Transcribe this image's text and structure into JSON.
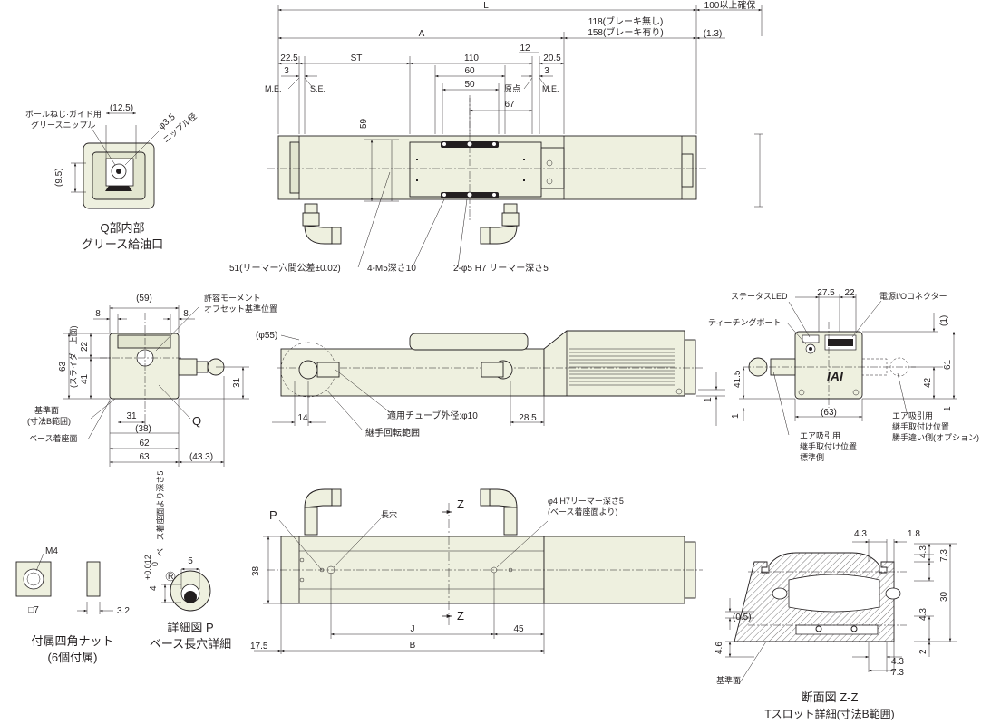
{
  "top_view": {
    "dim_L": "L",
    "dim_100": "100以上確保",
    "dim_118": "118(ブレーキ無し)",
    "dim_158": "158(ブレーキ有り)",
    "dim_A": "A",
    "dim_1_3": "(1.3)",
    "dim_22_5": "22.5",
    "dim_ST": "ST",
    "dim_110": "110",
    "dim_12": "12",
    "dim_20_5": "20.5",
    "dim_3a": "3",
    "dim_60": "60",
    "dim_3b": "3",
    "dim_50": "50",
    "dim_67": "67",
    "dim_59": "59",
    "me_left": "M.E.",
    "se": "S.E.",
    "origin": "原点",
    "me_right": "M.E.",
    "note_51": "51(リーマー穴間公差±0.02)",
    "note_m5": "4-M5深さ10",
    "note_phi5": "2-φ5 H7 リーマー深さ5"
  },
  "q_detail": {
    "note_grease": "ボールねじ·ガイド用\nグリースニップル",
    "dim_12_5": "(12.5)",
    "dim_phi3_5": "φ3.5",
    "nipple_dia": "ニップル径",
    "dim_9_5": "(9.5)",
    "caption_1": "Q部内部",
    "caption_2": "グリース給油口"
  },
  "side_view": {
    "dim_59": "(59)",
    "dim_8a": "8",
    "dim_8b": "8",
    "note_moment_1": "許容モーメント",
    "note_moment_2": "オフセット基準位置",
    "dim_22": "22",
    "dim_slider": "(スライダー上面)",
    "dim_63v": "63",
    "dim_41": "41",
    "dim_31v": "31",
    "note_base_ref": "基準面",
    "note_base_ref2": "(寸法B範囲)",
    "note_base_mount": "ベース着座面",
    "dim_31h": "31",
    "dim_38": "(38)",
    "label_q": "Q",
    "dim_62": "62",
    "dim_63h": "63",
    "dim_43_3": "(43.3)"
  },
  "front_view": {
    "dim_phi55": "(φ55)",
    "dim_14": "14",
    "note_tube": "適用チューブ外径:φ10",
    "dim_28_5": "28.5",
    "note_rotation": "継手回転範囲"
  },
  "end_view": {
    "note_status": "ステータスLED",
    "dim_27_5": "27.5",
    "dim_22": "22",
    "note_connector": "電源I/Oコネクター",
    "note_teaching": "ティーチングポート",
    "dim_1a": "(1)",
    "dim_41_5": "41.5",
    "dim_42": "42",
    "dim_61": "61",
    "dim_1b": "1",
    "dim_1c": "1",
    "logo": "IAI",
    "dim_63": "(63)",
    "note_air_std": "エア吸引用\n継手取付け位置\n標準側",
    "note_air_opt": "エア吸引用\n継手取付け位置\n勝手違い側(オプション)"
  },
  "bottom_view": {
    "label_p": "P",
    "note_slot": "長穴",
    "label_z1": "Z",
    "label_z2": "Z",
    "note_phi4": "φ4 H7リーマー深さ5",
    "note_phi4_2": "(ベース着座面より)",
    "dim_38": "38",
    "dim_17_5": "17.5",
    "dim_J": "J",
    "dim_45": "45",
    "dim_B": "B"
  },
  "nut_detail": {
    "label_m4": "M4",
    "dim_7": "□7",
    "dim_3_2": "3.2",
    "caption_1": "付属四角ナット",
    "caption_2": "(6個付属)"
  },
  "p_detail": {
    "note_depth": "ベース着座面より深さ5",
    "dim_4": "4",
    "tol_upper": "+0.012",
    "tol_lower": "0",
    "dim_5": "5",
    "label_r": "R",
    "caption_1": "詳細図 P",
    "caption_2": "ベース長穴詳細"
  },
  "section_zz": {
    "dim_4_3a": "4.3",
    "dim_1_8": "1.8",
    "dim_4_3b": "4.3",
    "dim_7_3a": "7.3",
    "dim_0_5": "(0.5)",
    "dim_4_3c": "4.3",
    "dim_30": "30",
    "dim_4_6": "4.6",
    "dim_2": "2",
    "dim_4_3d": "4.3",
    "dim_7_3b": "7.3",
    "note_base": "基準面",
    "caption_1": "断面図 Z-Z",
    "caption_2": "Tスロット詳細(寸法B範囲)"
  },
  "colors": {
    "body_fill": "#eef0df",
    "line": "#231f20"
  }
}
